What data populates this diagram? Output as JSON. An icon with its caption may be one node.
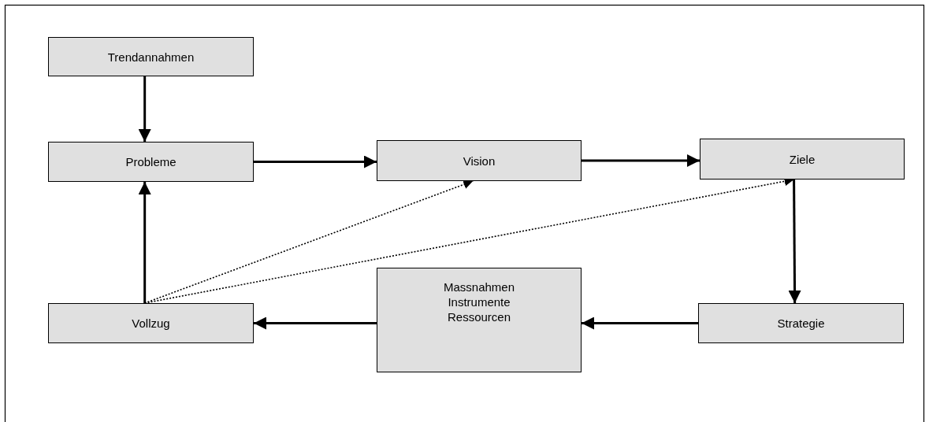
{
  "diagram": {
    "nodes": [
      {
        "text": [
          "Trendannahmen"
        ]
      },
      {
        "text": [
          "Probleme"
        ]
      },
      {
        "text": [
          "Vision"
        ]
      },
      {
        "text": [
          "Ziele"
        ]
      },
      {
        "text": [
          "Vollzug"
        ]
      },
      {
        "text": [
          "Massnahmen",
          "Instrumente",
          "Ressourcen"
        ]
      },
      {
        "text": [
          "Strategie"
        ]
      }
    ],
    "edges": [
      {
        "from": 0,
        "to": 1,
        "arrow": "to"
      },
      {
        "from": 1,
        "to": 2,
        "arrow": "to"
      },
      {
        "from": 2,
        "to": 3,
        "arrow": "to"
      },
      {
        "from": 3,
        "to": 6,
        "arrow": "to"
      },
      {
        "from": 6,
        "to": 5,
        "arrow": "to"
      },
      {
        "from": 5,
        "to": 4,
        "arrow": "to"
      },
      {
        "from": 4,
        "to": 1,
        "arrow": "to"
      },
      {
        "from": 4,
        "to": 2,
        "arrow": "to",
        "style": "dashed"
      },
      {
        "from": 4,
        "to": 3,
        "arrow": "to",
        "style": "dashed"
      }
    ]
  }
}
